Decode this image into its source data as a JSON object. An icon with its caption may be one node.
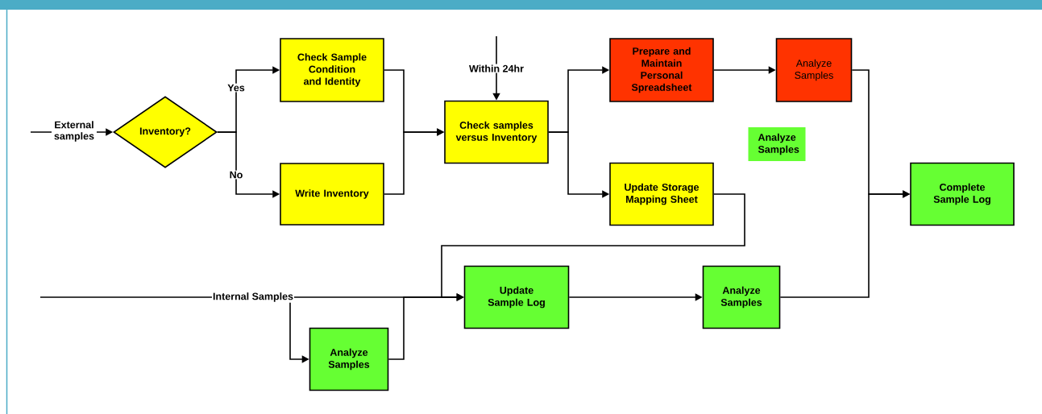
{
  "diagram": {
    "nodes": [
      {
        "text": [
          "Inventory?"
        ]
      },
      {
        "text": [
          "Check Sample Condition and Identity"
        ]
      },
      {
        "text": [
          "Write Inventory"
        ]
      },
      {
        "text": [
          "Check samples versus Inventory"
        ]
      },
      {
        "text": [
          "Prepare and Maintain Personal Spreadsheet"
        ]
      },
      {
        "text": [
          "Analyze Samples"
        ]
      },
      {
        "text": [
          "Analyze Samples"
        ]
      },
      {
        "text": [
          "Update Storage Mapping Sheet"
        ]
      },
      {
        "text": [
          "Complete Sample Log"
        ]
      },
      {
        "text": [
          "Update Sample Log"
        ]
      },
      {
        "text": [
          "Analyze Samples"
        ]
      },
      {
        "text": [
          "Analyze Samples"
        ]
      }
    ],
    "edges": [
      {
        "from": null,
        "to": 0,
        "arrow": "to",
        "label": "External samples"
      },
      {
        "from": 0,
        "to": 1,
        "arrow": "to",
        "label": "Yes"
      },
      {
        "from": 0,
        "to": 2,
        "arrow": "to",
        "label": "No"
      },
      {
        "from": 1,
        "to": 3,
        "arrow": "to"
      },
      {
        "from": 2,
        "to": 3,
        "arrow": "to"
      },
      {
        "from": null,
        "to": 3,
        "arrow": "to",
        "label": "Within 24hr"
      },
      {
        "from": 3,
        "to": 4,
        "arrow": "to"
      },
      {
        "from": 3,
        "to": 7,
        "arrow": "to"
      },
      {
        "from": 4,
        "to": 5,
        "arrow": "to"
      },
      {
        "from": 5,
        "to": 8,
        "arrow": "to"
      },
      {
        "from": 10,
        "to": 8,
        "arrow": "to"
      },
      {
        "from": 7,
        "to": 9,
        "arrow": "to"
      },
      {
        "from": null,
        "to": 9,
        "arrow": "to",
        "label": "Internal Samples"
      },
      {
        "from": null,
        "to": 11,
        "arrow": "to"
      },
      {
        "from": 11,
        "to": 9,
        "arrow": "to"
      },
      {
        "from": 9,
        "to": 10,
        "arrow": "to"
      }
    ]
  }
}
